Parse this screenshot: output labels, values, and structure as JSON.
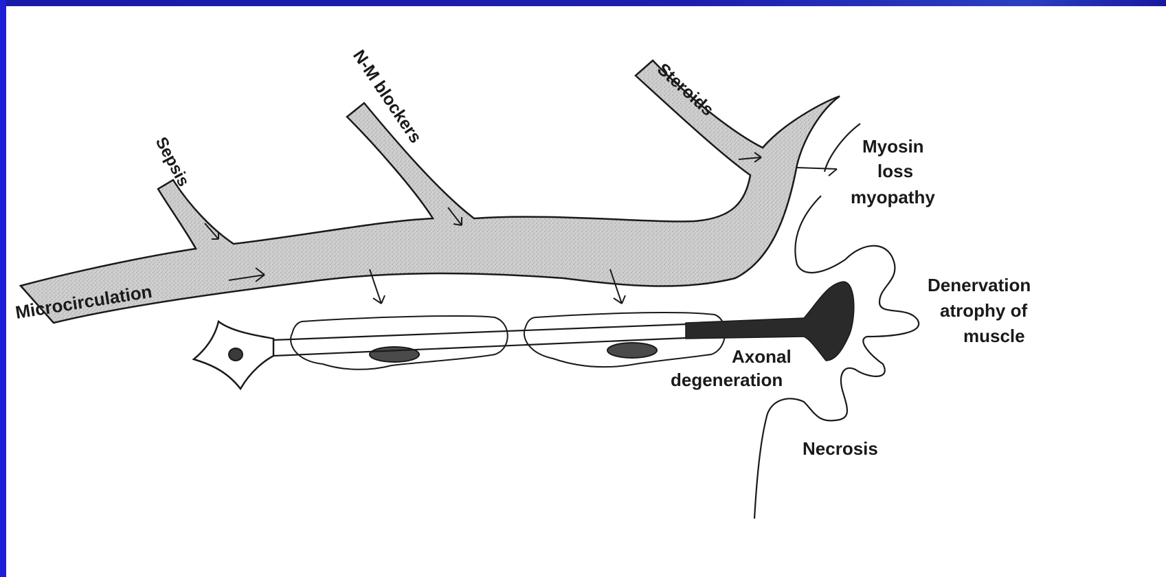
{
  "diagram": {
    "vessel_labels": {
      "microcirculation": "Microcirculation",
      "sepsis": "Sepsis",
      "nm_blockers": "N-M blockers",
      "steroids": "Steroids"
    },
    "outcomes": {
      "myosin_loss_line1": "Myosin",
      "myosin_loss_line2": "loss",
      "myosin_loss_line3": "myopathy",
      "denervation_line1": "Denervation",
      "denervation_line2": "atrophy of",
      "denervation_line3": "muscle",
      "axonal_line1": "Axonal",
      "axonal_line2": "degeneration",
      "necrosis": "Necrosis"
    },
    "colors": {
      "frame": "#1d1fd6",
      "vessel_fill": "#c9c9c9",
      "outline": "#1a1a1a",
      "degenerated_axon": "#2a2a2a"
    }
  }
}
